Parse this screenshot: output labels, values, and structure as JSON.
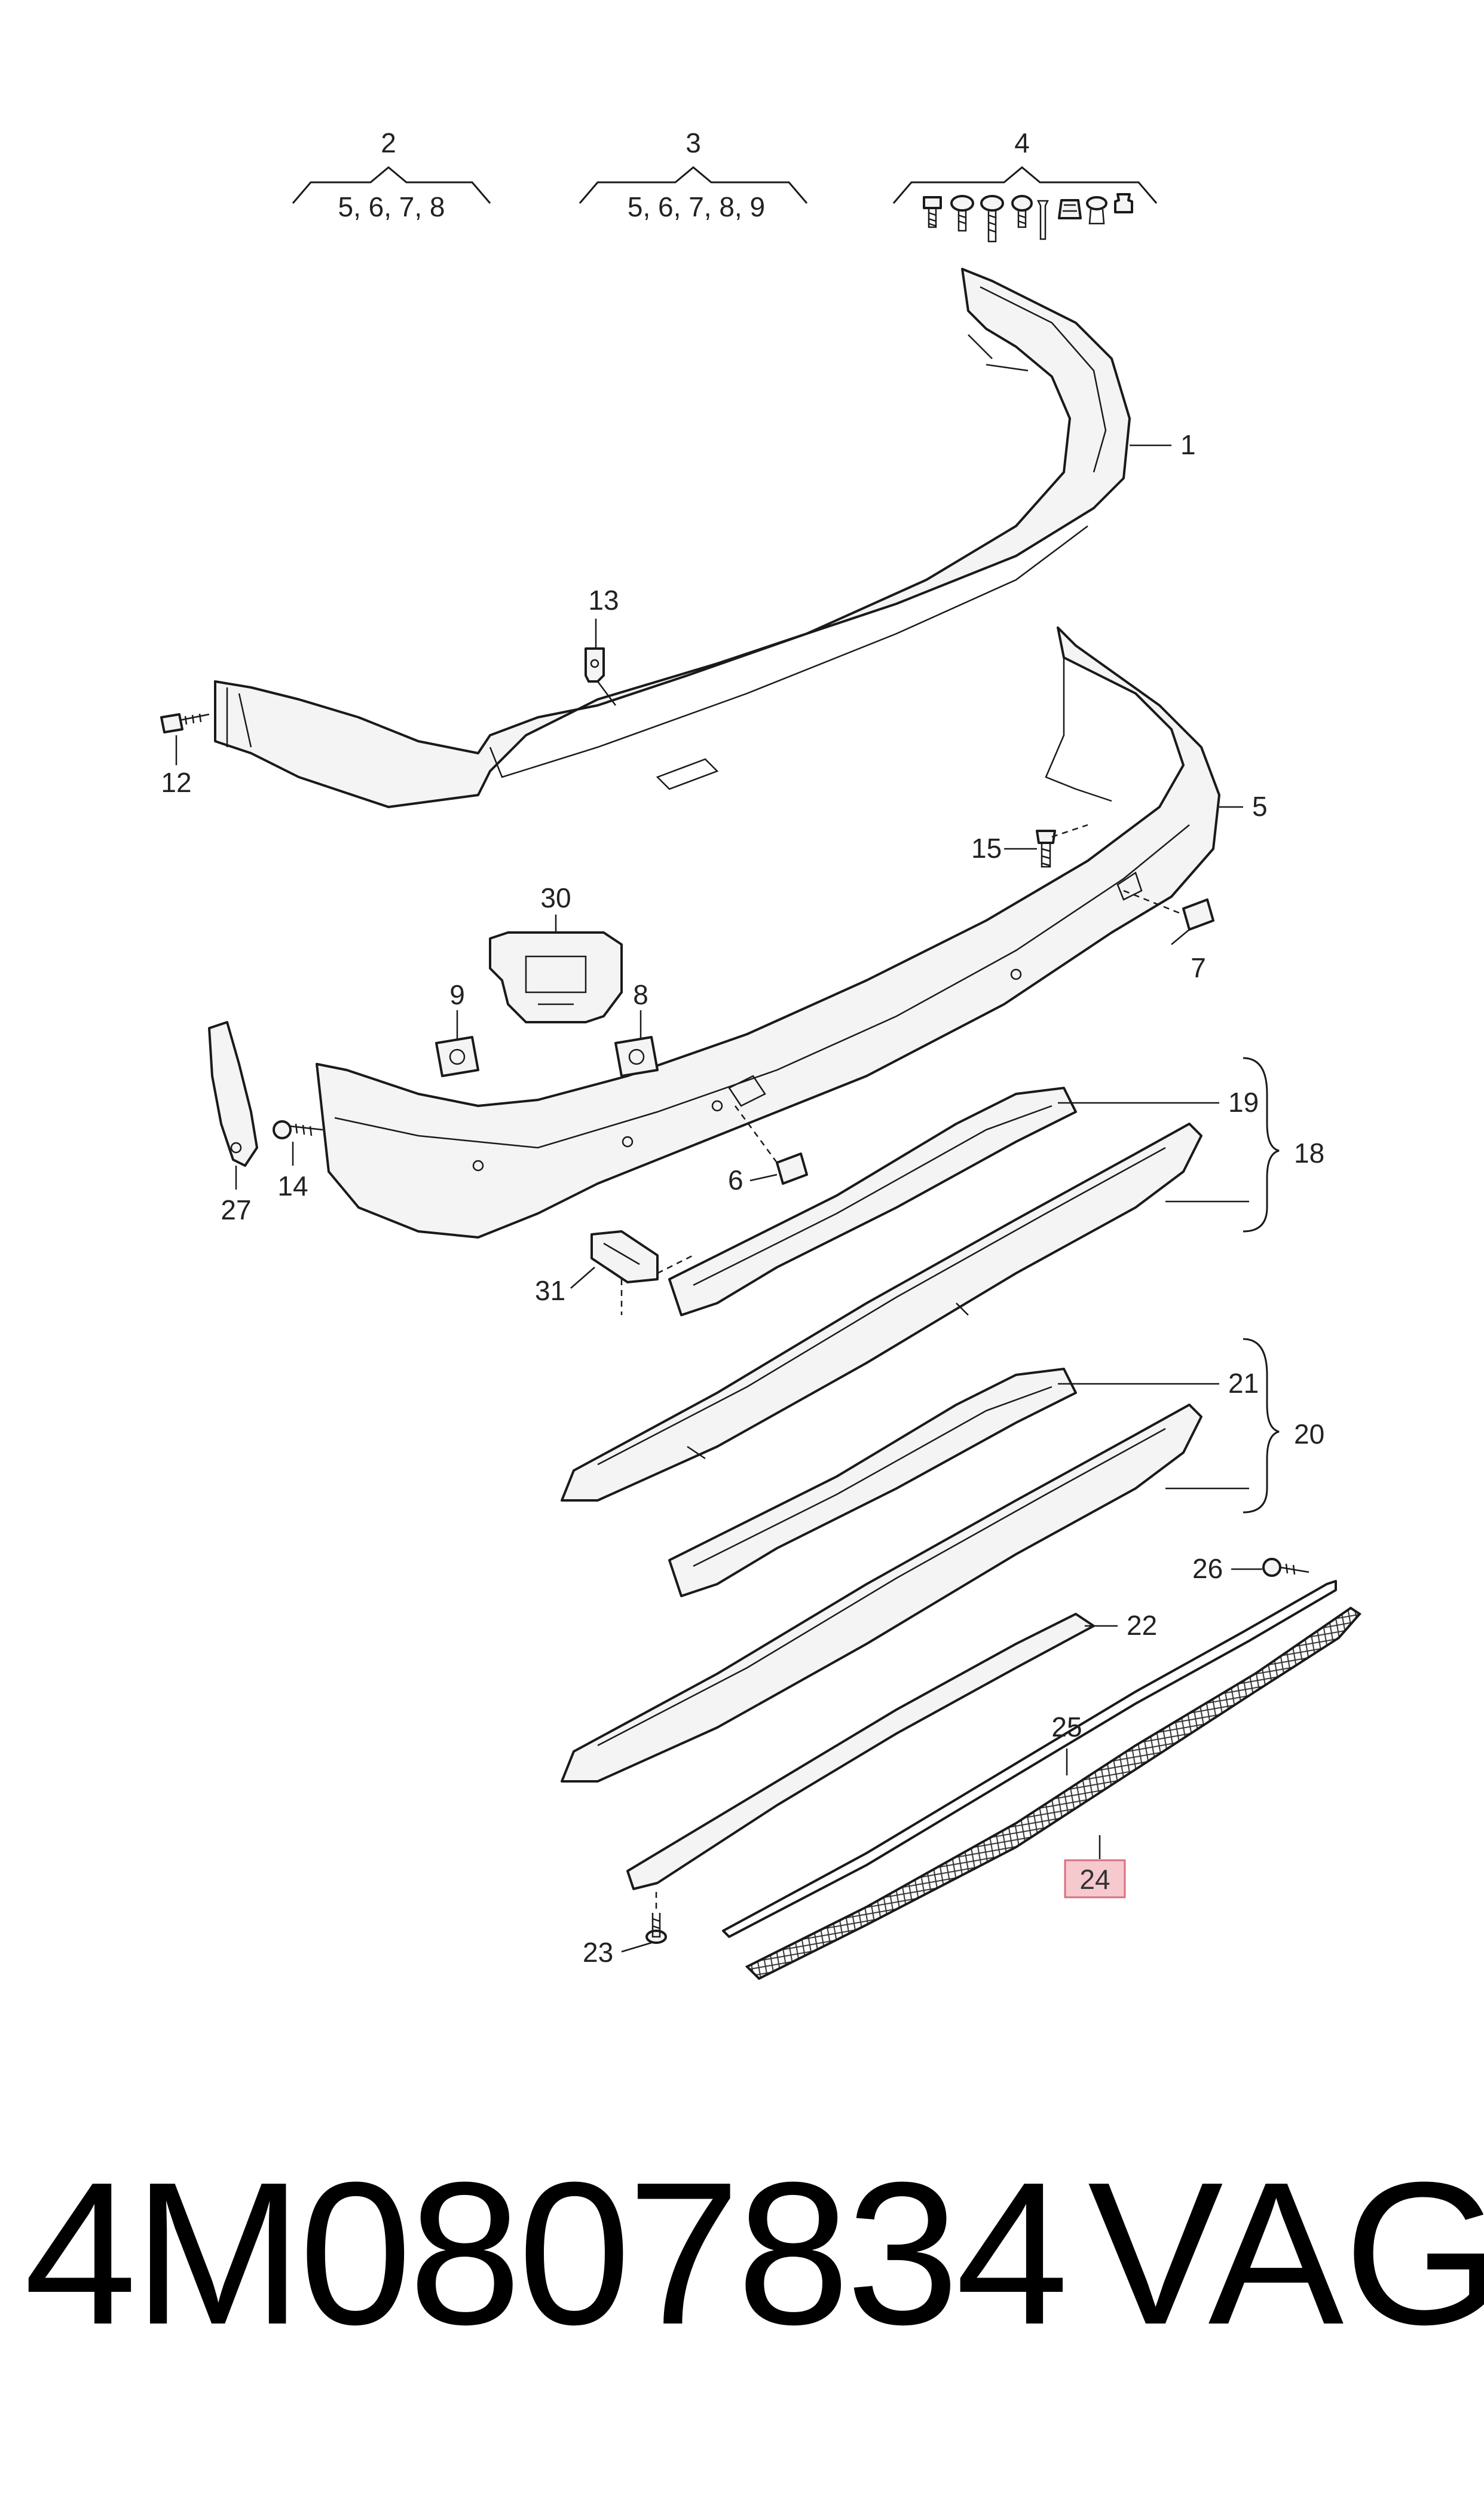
{
  "header_groups": [
    {
      "ref": "2",
      "contents": "5, 6, 7, 8"
    },
    {
      "ref": "3",
      "contents": "5, 6, 7, 8, 9"
    },
    {
      "ref": "4",
      "contents": ""
    }
  ],
  "callouts": {
    "c1": "1",
    "c5": "5",
    "c6": "6",
    "c7": "7",
    "c8": "8",
    "c9": "9",
    "c12": "12",
    "c13": "13",
    "c14": "14",
    "c15": "15",
    "c18": "18",
    "c19": "19",
    "c20": "20",
    "c21": "21",
    "c22": "22",
    "c23": "23",
    "c24": "24",
    "c25": "25",
    "c26": "26",
    "c27": "27",
    "c30": "30",
    "c31": "31"
  },
  "highlighted_callout": "24",
  "part_number": "4M0807834",
  "brand": "VAG",
  "colors": {
    "line": "#1a1a1a",
    "highlight_fill": "#f6c9cf",
    "highlight_border": "#d9707f"
  }
}
